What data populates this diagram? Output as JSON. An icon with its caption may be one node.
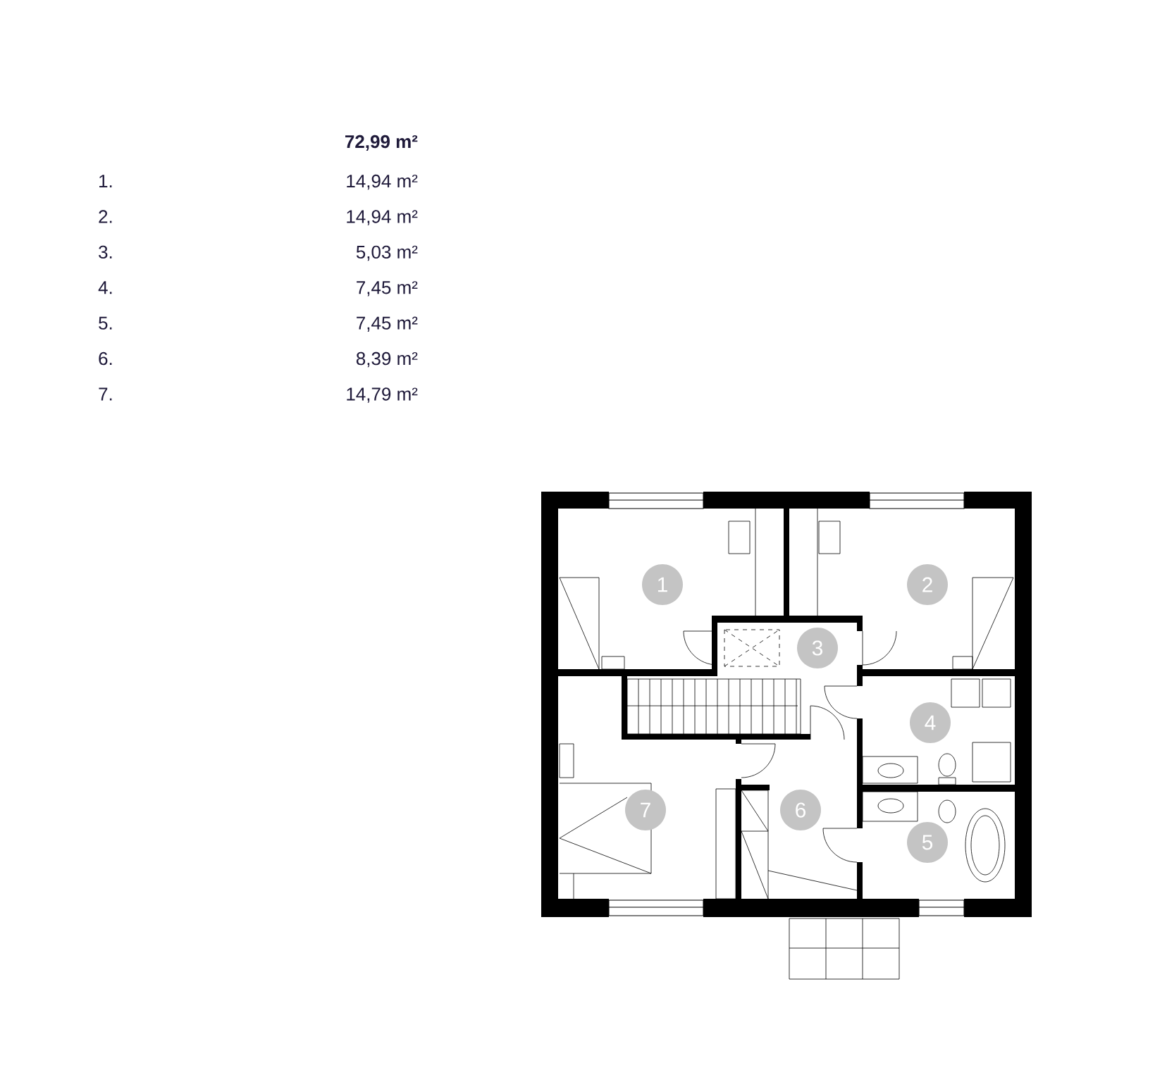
{
  "diagram": {
    "nodes": [
      {
        "text": [
          "1"
        ]
      },
      {
        "text": [
          "2"
        ]
      },
      {
        "text": [
          "3"
        ]
      },
      {
        "text": [
          "4"
        ]
      },
      {
        "text": [
          "5"
        ]
      },
      {
        "text": [
          "6"
        ]
      },
      {
        "text": [
          "7"
        ]
      }
    ],
    "labels": [
      "72,99 m²",
      "1.",
      "14,94 m²",
      "2.",
      "14,94 m²",
      "3.",
      "5,03 m²",
      "4.",
      "7,45 m²",
      "5.",
      "7,45 m²",
      "6.",
      "8,39 m²",
      "7.",
      "14,79 m²"
    ]
  }
}
